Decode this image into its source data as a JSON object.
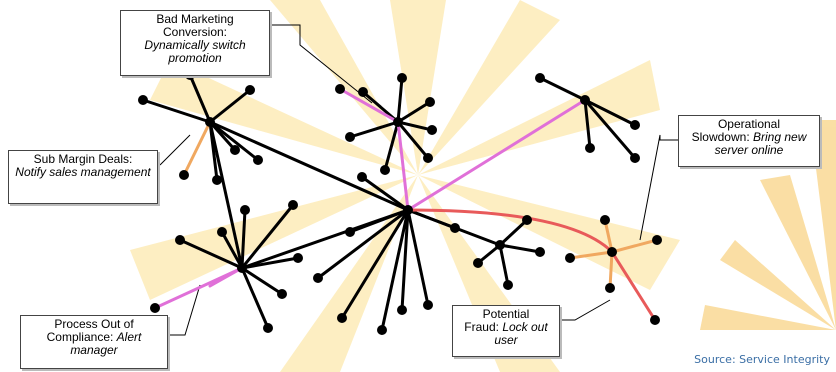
{
  "callouts": {
    "marketing": {
      "line1": "Bad Marketing",
      "line2": "Conversion:",
      "action": "Dynamically switch promotion"
    },
    "margin": {
      "line1": "Sub Margin Deals:",
      "action": "Notify sales management"
    },
    "slowdown": {
      "line1": "Operational",
      "line2": "Slowdown:",
      "action": "Bring new server online"
    },
    "compliance": {
      "line1": "Process Out of",
      "line2": "Compliance:",
      "action": "Alert manager"
    },
    "fraud": {
      "line1": "Potential",
      "line2": "Fraud:",
      "action": "Lock out user"
    }
  },
  "source": "Source: Service Integrity",
  "colors": {
    "node": "#000000",
    "edge": "#000000",
    "marketing_edge": "#e070d8",
    "margin_edge": "#f0a860",
    "slowdown_edge": "#f0a860",
    "fraud_edge": "#e85a5a",
    "sunburst": "#fde7a8"
  }
}
